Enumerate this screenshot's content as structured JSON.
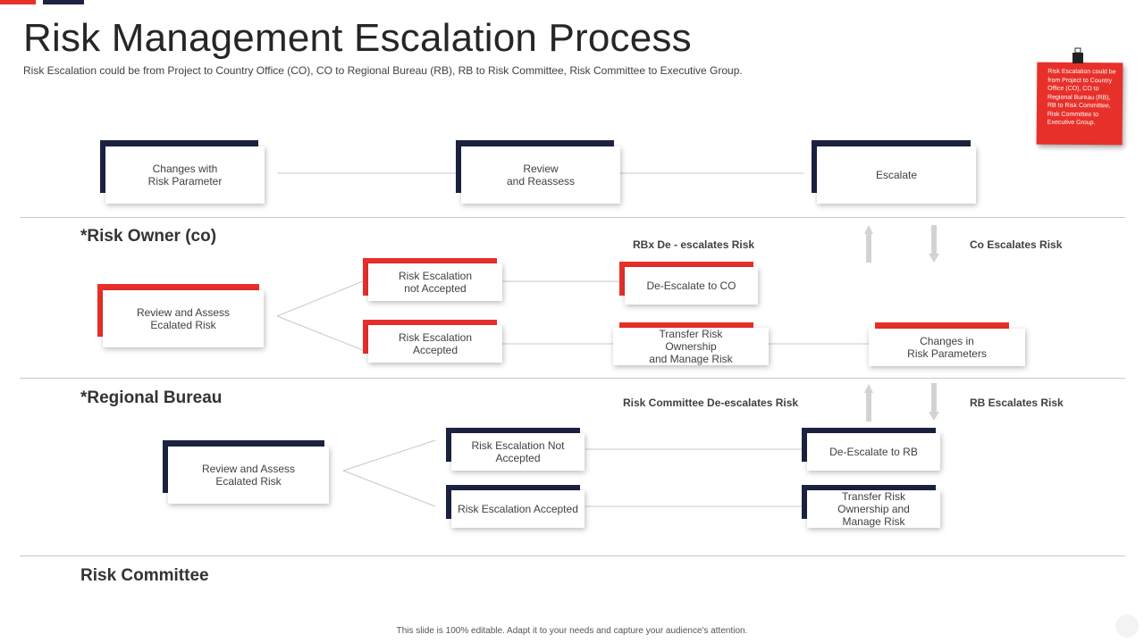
{
  "header": {
    "title": "Risk Management Escalation Process",
    "subtitle": "Risk Escalation could be from Project to Country Office (CO), CO to Regional Bureau (RB), RB to Risk Committee, Risk Committee to Executive Group."
  },
  "sticky_note": {
    "text": "Risk Escalation could be from Project to Country Office (CO), CO to Regional Bureau (RB), RB to Risk Committee, Risk Committee to Executive Group."
  },
  "sections": {
    "risk_owner": "*Risk Owner (co)",
    "regional_bureau": "*Regional Bureau",
    "risk_committee": "Risk Committee"
  },
  "top_row": {
    "changes": "Changes with\nRisk Parameter",
    "review": "Review\nand Reassess",
    "escalate": "Escalate"
  },
  "risk_owner_row": {
    "review_assess": "Review and Assess\nEcalated Risk",
    "not_accepted": "Risk Escalation\nnot Accepted",
    "accepted": "Risk Escalation\nAccepted",
    "de_escalate": "De-Escalate to CO",
    "transfer": "Transfer Risk\nOwnership\nand Manage Risk",
    "changes_params": "Changes in\nRisk Parameters",
    "de_escalates_label": "RBx De - escalates Risk",
    "escalates_label": "Co Escalates Risk"
  },
  "regional_row": {
    "review_assess": "Review and Assess\nEcalated Risk",
    "not_accepted": "Risk Escalation Not\nAccepted",
    "accepted": "Risk Escalation Accepted",
    "de_escalate": "De-Escalate to RB",
    "transfer": "Transfer Risk\nOwnership and\nManage Risk",
    "de_escalates_label": "Risk Committee De-escalates Risk",
    "escalates_label": "RB  Escalates Risk"
  },
  "footer": "This slide is 100% editable.  Adapt it to your needs and capture your audience's attention.",
  "colors": {
    "navy": "#1c2340",
    "red": "#e8302a",
    "arrow_gray": "#d3d3d3",
    "line_gray": "#c8c8c8"
  },
  "icons": {
    "sticky_pin": "binder-clip-icon",
    "up_arrow": "up-arrow-icon",
    "down_arrow": "down-arrow-icon"
  }
}
